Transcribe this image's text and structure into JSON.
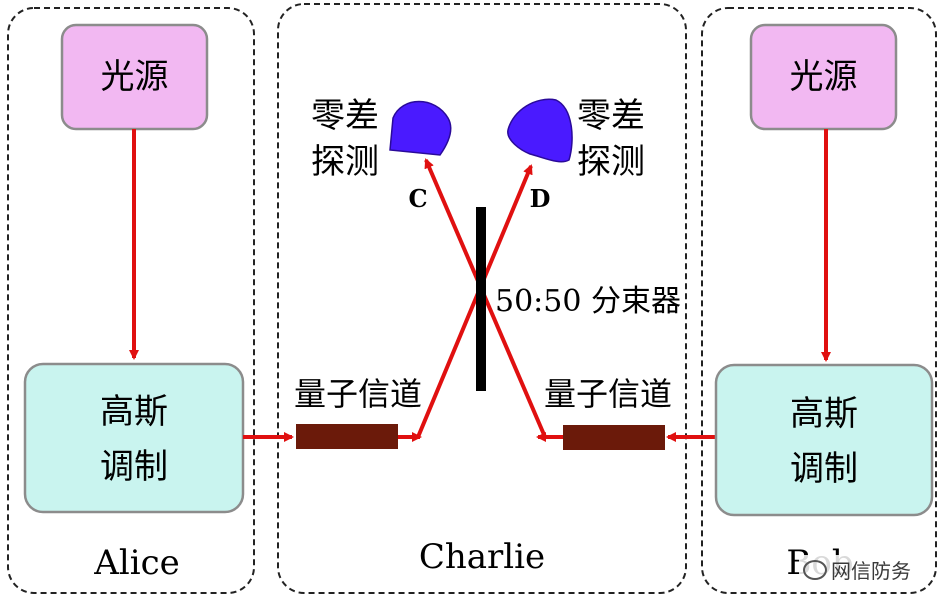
{
  "panels": {
    "alice": {
      "name": "Alice"
    },
    "charlie": {
      "name": "Charlie"
    },
    "bob": {
      "name": "Bob"
    }
  },
  "blocks": {
    "alice_light_source": "光源",
    "alice_modulation": [
      "高斯",
      "调制"
    ],
    "bob_light_source": "光源",
    "bob_modulation": [
      "高斯",
      "调制"
    ]
  },
  "channels": {
    "left": "量子信道",
    "right": "量子信道"
  },
  "detectors": {
    "left": {
      "label": [
        "零差",
        "探测"
      ],
      "letter": "C"
    },
    "right": {
      "label": [
        "零差",
        "探测"
      ],
      "letter": "D"
    }
  },
  "beam_splitter": {
    "label": "50:50 分束器"
  },
  "watermark": {
    "text": "网信防务"
  },
  "colors": {
    "panel_border": "#222222",
    "light_source_fill": "#f2b8f2",
    "modulation_fill": "#c9f4ef",
    "block_border": "#8c8c8c",
    "beam": "#e01010",
    "channel_fill": "#6b1a0a",
    "detector_fill": "#4a1aff",
    "splitter": "#000000"
  }
}
